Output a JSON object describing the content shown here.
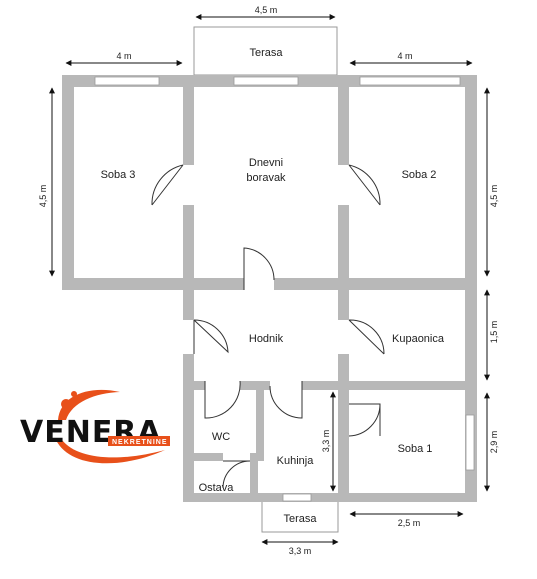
{
  "rooms": {
    "soba3": "Soba 3",
    "dnevni_line1": "Dnevni",
    "dnevni_line2": "boravak",
    "soba2": "Soba 2",
    "hodnik": "Hodnik",
    "kupaonica": "Kupaonica",
    "wc": "WC",
    "kuhinja": "Kuhinja",
    "soba1": "Soba 1",
    "ostava": "Ostava",
    "terasa_top": "Terasa",
    "terasa_bottom": "Terasa"
  },
  "dimensions": {
    "terasa_top_width": "4,5 m",
    "soba3_width": "4 m",
    "soba2_width": "4 m",
    "left_height": "4,5 m",
    "right_top_height": "4,5 m",
    "right_kupaonica_height": "1,5 m",
    "right_soba1_height": "2,9 m",
    "kuhinja_height": "3,3 m",
    "soba1_width": "2,5 m",
    "bottom_width": "3,3 m"
  },
  "logo": {
    "name": "VENERA",
    "tagline": "NEKRETNINE",
    "accent_color": "#e8501a"
  },
  "colors": {
    "wall": "#b8b8b8",
    "text": "#222222"
  }
}
